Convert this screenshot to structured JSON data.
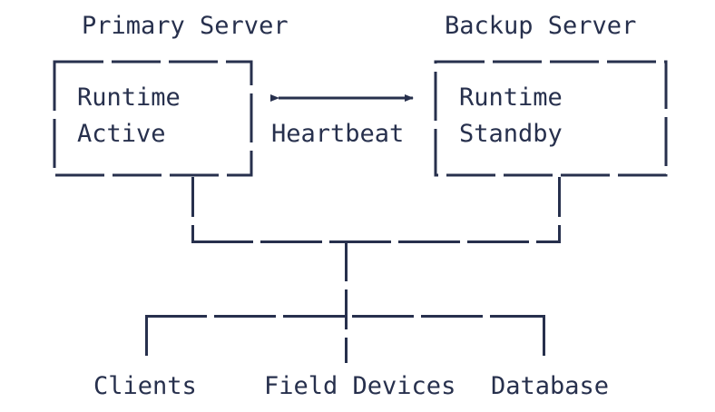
{
  "diagram": {
    "title_primary": "Primary Server",
    "title_backup": "Backup Server",
    "stroke_color": "#27304d",
    "background_color": "#ffffff",
    "nodes": {
      "primary": {
        "label": "Primary Server",
        "line1": "Runtime",
        "line2": "Active"
      },
      "backup": {
        "label": "Backup Server",
        "line1": "Runtime",
        "line2": "Standby"
      }
    },
    "link": {
      "label": "Heartbeat",
      "arrow": "bidirectional",
      "arrow_glyph": "<->"
    },
    "leaves": [
      {
        "label": "Clients"
      },
      {
        "label": "Field Devices"
      },
      {
        "label": "Database"
      }
    ]
  }
}
